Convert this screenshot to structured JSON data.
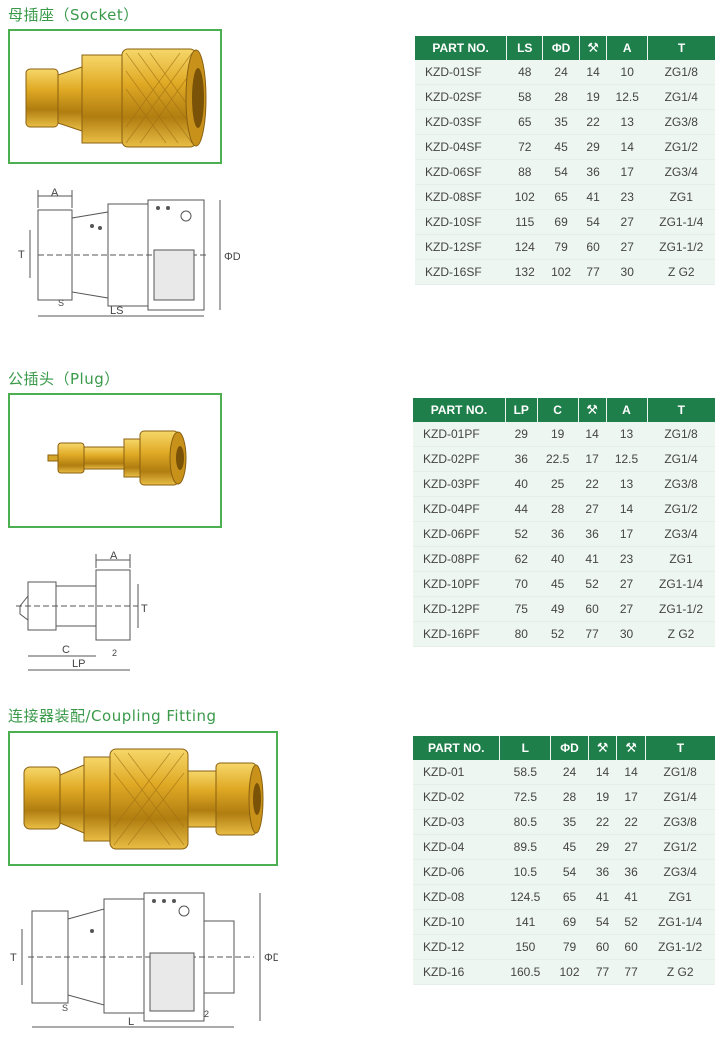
{
  "sections": {
    "socket": {
      "title": "母插座（Socket）",
      "headers": [
        "PART NO.",
        "LS",
        "ΦD",
        "",
        "A",
        "T"
      ],
      "header_icons": [
        "",
        "",
        "",
        "wrench-icon",
        "",
        ""
      ],
      "rows": [
        [
          "KZD-01SF",
          "48",
          "24",
          "14",
          "10",
          "ZG1/8"
        ],
        [
          "KZD-02SF",
          "58",
          "28",
          "19",
          "12.5",
          "ZG1/4"
        ],
        [
          "KZD-03SF",
          "65",
          "35",
          "22",
          "13",
          "ZG3/8"
        ],
        [
          "KZD-04SF",
          "72",
          "45",
          "29",
          "14",
          "ZG1/2"
        ],
        [
          "KZD-06SF",
          "88",
          "54",
          "36",
          "17",
          "ZG3/4"
        ],
        [
          "KZD-08SF",
          "102",
          "65",
          "41",
          "23",
          "ZG1"
        ],
        [
          "KZD-10SF",
          "115",
          "69",
          "54",
          "27",
          "ZG1-1/4"
        ],
        [
          "KZD-12SF",
          "124",
          "79",
          "60",
          "27",
          "ZG1-1/2"
        ],
        [
          "KZD-16SF",
          "132",
          "102",
          "77",
          "30",
          "Z G2"
        ]
      ],
      "drawing_labels": {
        "a": "A",
        "t": "T",
        "d": "ΦD",
        "ls": "LS",
        "s": "S"
      }
    },
    "plug": {
      "title": "公插头（Plug）",
      "headers": [
        "PART NO.",
        "LP",
        "C",
        "",
        "A",
        "T"
      ],
      "header_icons": [
        "",
        "",
        "",
        "wrench-2-icon",
        "",
        ""
      ],
      "rows": [
        [
          "KZD-01PF",
          "29",
          "19",
          "14",
          "13",
          "ZG1/8"
        ],
        [
          "KZD-02PF",
          "36",
          "22.5",
          "17",
          "12.5",
          "ZG1/4"
        ],
        [
          "KZD-03PF",
          "40",
          "25",
          "22",
          "13",
          "ZG3/8"
        ],
        [
          "KZD-04PF",
          "44",
          "28",
          "27",
          "14",
          "ZG1/2"
        ],
        [
          "KZD-06PF",
          "52",
          "36",
          "36",
          "17",
          "ZG3/4"
        ],
        [
          "KZD-08PF",
          "62",
          "40",
          "41",
          "23",
          "ZG1"
        ],
        [
          "KZD-10PF",
          "70",
          "45",
          "52",
          "27",
          "ZG1-1/4"
        ],
        [
          "KZD-12PF",
          "75",
          "49",
          "60",
          "27",
          "ZG1-1/2"
        ],
        [
          "KZD-16PF",
          "80",
          "52",
          "77",
          "30",
          "Z G2"
        ]
      ],
      "drawing_labels": {
        "a": "A",
        "t": "T",
        "c": "C",
        "lp": "LP",
        "s": "2"
      }
    },
    "coupling": {
      "title": "连接器装配/Coupling Fitting",
      "headers": [
        "PART NO.",
        "L",
        "ΦD",
        "",
        "",
        "T"
      ],
      "header_icons": [
        "",
        "",
        "",
        "wrench-icon",
        "wrench-2-icon",
        ""
      ],
      "rows": [
        [
          "KZD-01",
          "58.5",
          "24",
          "14",
          "14",
          "ZG1/8"
        ],
        [
          "KZD-02",
          "72.5",
          "28",
          "19",
          "17",
          "ZG1/4"
        ],
        [
          "KZD-03",
          "80.5",
          "35",
          "22",
          "22",
          "ZG3/8"
        ],
        [
          "KZD-04",
          "89.5",
          "45",
          "29",
          "27",
          "ZG1/2"
        ],
        [
          "KZD-06",
          "10.5",
          "54",
          "36",
          "36",
          "ZG3/4"
        ],
        [
          "KZD-08",
          "124.5",
          "65",
          "41",
          "41",
          "ZG1"
        ],
        [
          "KZD-10",
          "141",
          "69",
          "54",
          "52",
          "ZG1-1/4"
        ],
        [
          "KZD-12",
          "150",
          "79",
          "60",
          "60",
          "ZG1-1/2"
        ],
        [
          "KZD-16",
          "160.5",
          "102",
          "77",
          "77",
          "Z G2"
        ]
      ],
      "drawing_labels": {
        "t": "T",
        "d": "ΦD",
        "l": "L",
        "s1": "S",
        "s2": "2"
      }
    }
  },
  "colors": {
    "accent_green": "#1f7f4a",
    "title_green": "#3a9a4a",
    "box_border": "#4caf50",
    "table_bg": "#eef6f1",
    "brass": "#d9a520"
  }
}
